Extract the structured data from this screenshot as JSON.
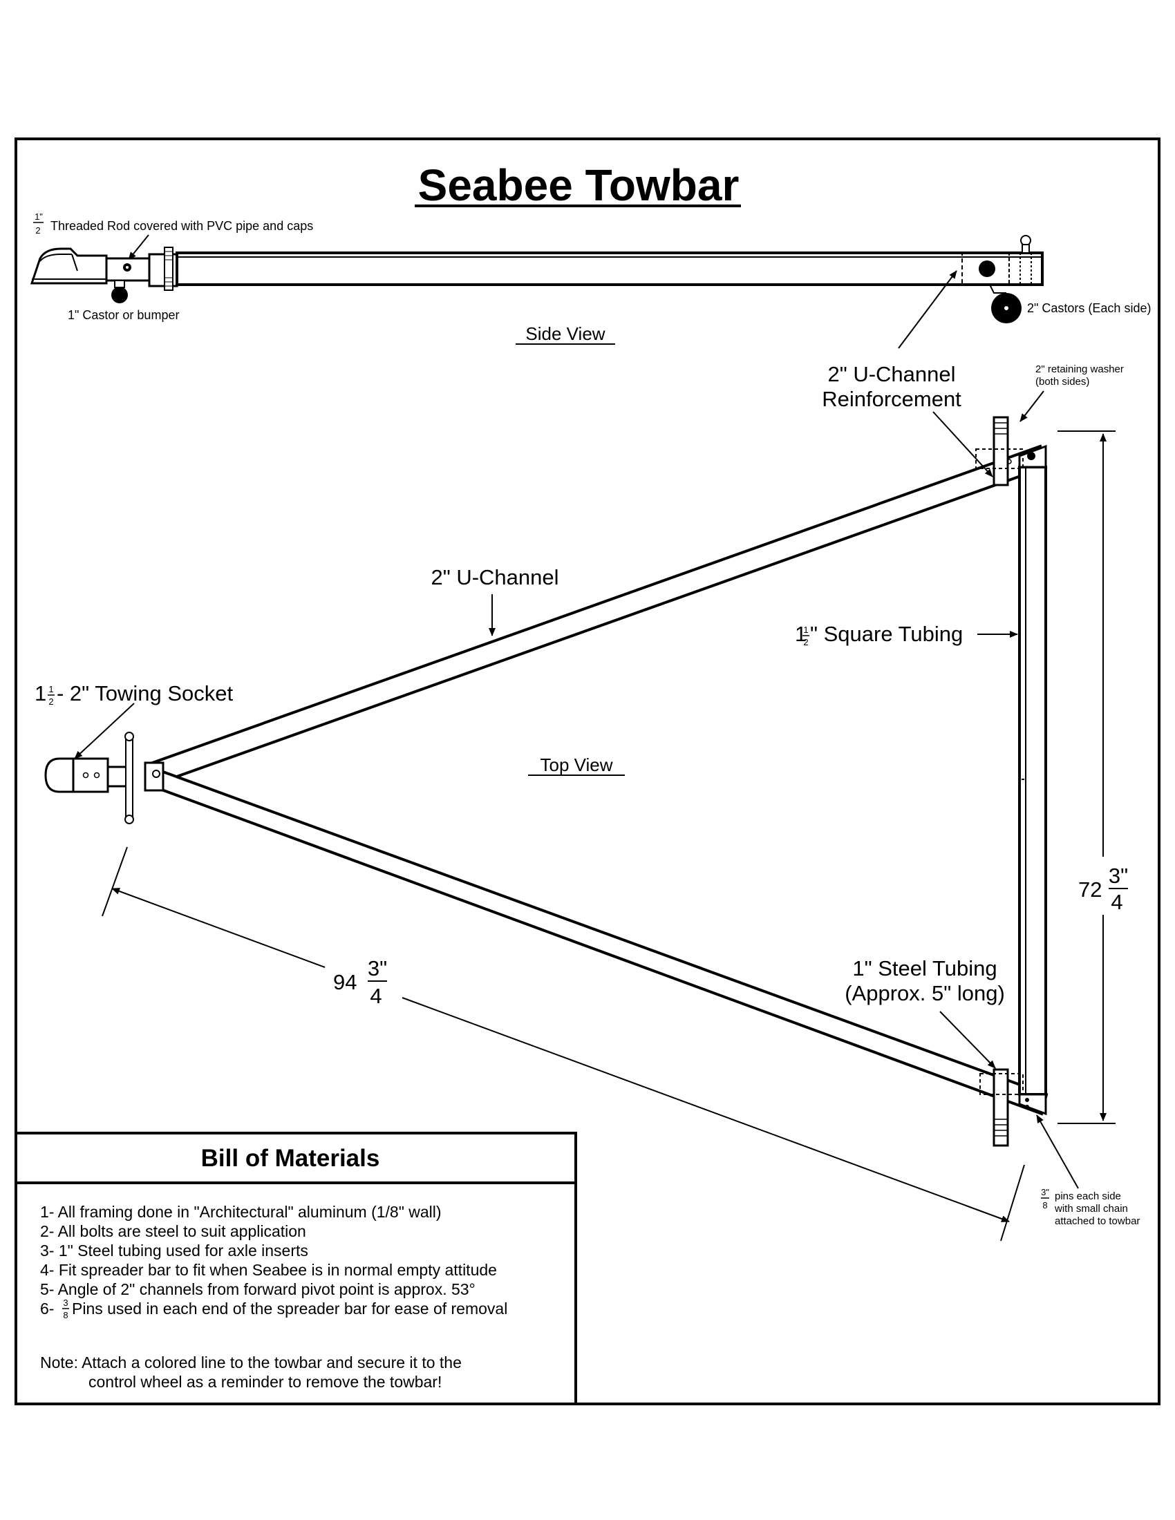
{
  "title": "Seabee Towbar",
  "side_view": {
    "caption": "Side View",
    "rod_label": "Threaded Rod covered with PVC pipe and caps",
    "rod_fraction": {
      "num": "1\"",
      "den": "2"
    },
    "castor_label": "1\" Castor or bumper",
    "castors_label": "2\" Castors (Each side)"
  },
  "top_view": {
    "caption": "Top View",
    "reinforcement_label": [
      "2\" U-Channel",
      "Reinforcement"
    ],
    "washer_label": [
      "2\" retaining washer",
      "(both sides)"
    ],
    "u_channel_label": "2\" U-Channel",
    "square_tubing": {
      "whole": "1",
      "num": "1",
      "den": "2",
      "text": "\" Square Tubing"
    },
    "towing_socket": {
      "whole": "1",
      "num": "1",
      "den": "2",
      "text": " - 2\" Towing Socket"
    },
    "steel_tubing_label": [
      "1\" Steel Tubing",
      "(Approx. 5\" long)"
    ],
    "pins_label": {
      "num": "3\"",
      "den": "8",
      "lines": [
        "pins each side",
        "with small chain",
        "attached to towbar"
      ]
    },
    "dim_length": {
      "whole": "94",
      "num": "3\"",
      "den": "4"
    },
    "dim_width": {
      "whole": "72",
      "num": "3\"",
      "den": "4"
    }
  },
  "bom": {
    "heading": "Bill of Materials",
    "items": [
      "1- All framing done in \"Architectural\" aluminum (1/8\" wall)",
      "2- All bolts are steel to suit application",
      "3- 1\" Steel tubing used for axle inserts",
      "4- Fit spreader bar to fit when Seabee is in normal empty attitude",
      "5- Angle of 2\" channels from forward pivot point is approx. 53°"
    ],
    "item6": {
      "prefix": "6- ",
      "num": "3",
      "den": "8",
      "text": " Pins used in each end of the spreader bar for ease of removal"
    },
    "note": [
      "Note: Attach a colored line to the towbar and secure it to the",
      "control wheel as a reminder to remove the towbar!"
    ]
  }
}
